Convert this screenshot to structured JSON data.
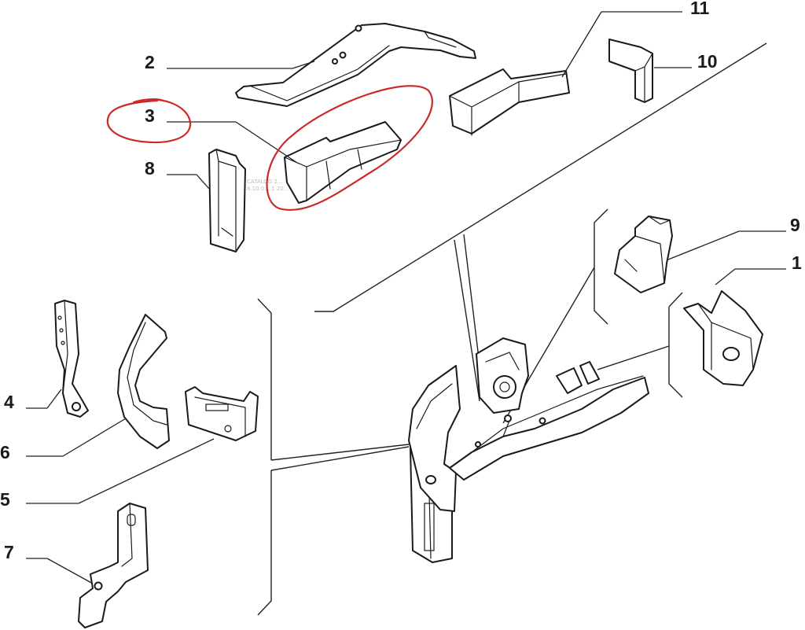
{
  "callouts": {
    "c1": "1",
    "c2": "2",
    "c3": "3",
    "c4": "4",
    "c5": "5",
    "c6": "6",
    "c7": "7",
    "c8": "8",
    "c9": "9",
    "c10": "10",
    "c11": "11"
  },
  "watermark": {
    "line1": "CATALOG 2...",
    "line2": "8.10.0... 1 20..."
  },
  "colors": {
    "line": "#1a1a1a",
    "markup": "#cc2a2a",
    "background": "#ffffff"
  }
}
